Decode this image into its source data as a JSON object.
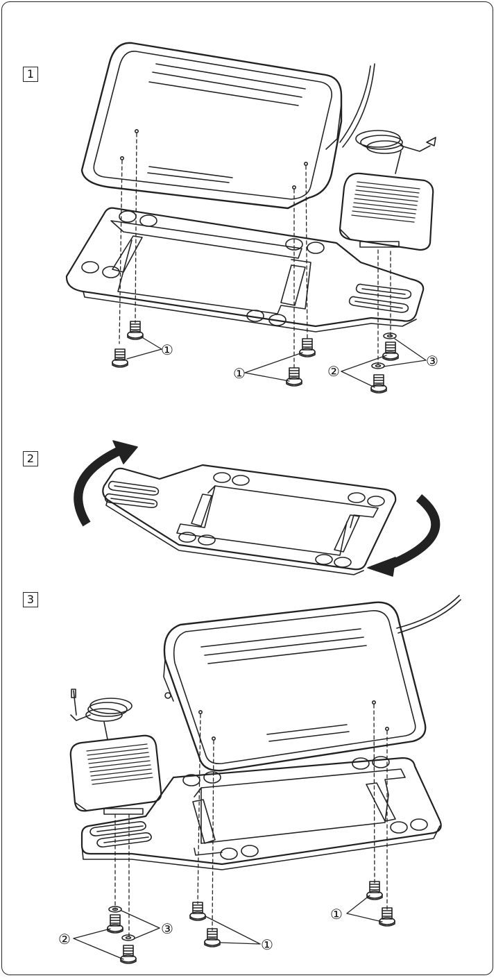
{
  "steps": [
    {
      "label": "1"
    },
    {
      "label": "2"
    },
    {
      "label": "3"
    }
  ],
  "callouts": {
    "c1": "①",
    "c2": "②",
    "c3": "③"
  },
  "colors": {
    "line": "#222222",
    "background": "#ffffff"
  }
}
